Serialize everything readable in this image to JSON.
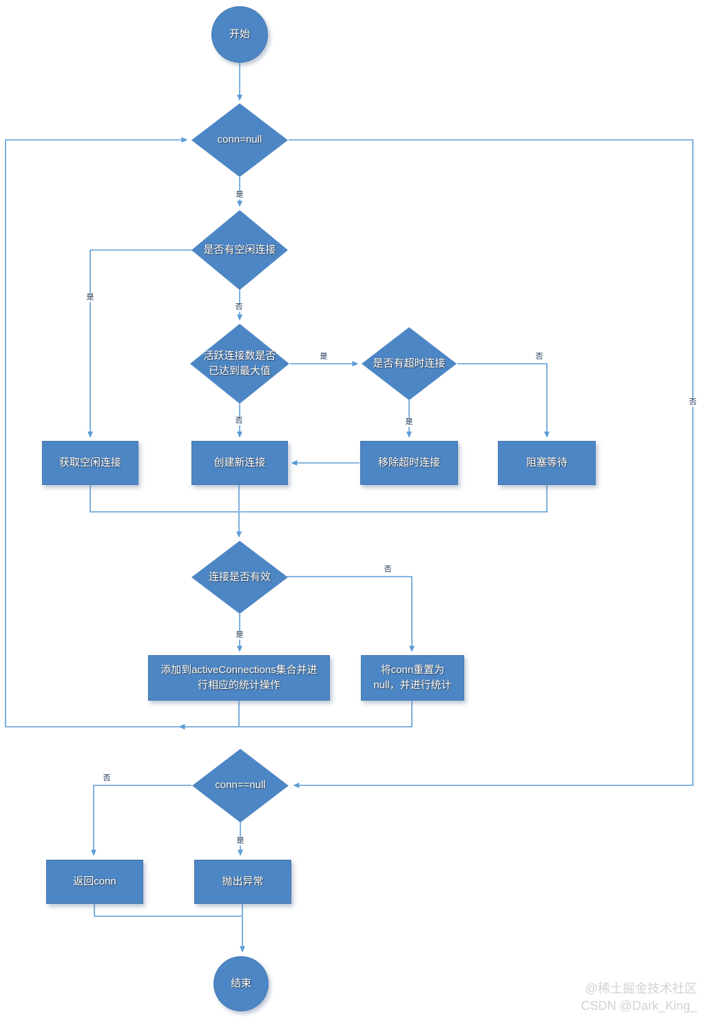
{
  "nodes": {
    "start": {
      "label": "开始"
    },
    "conn_null": {
      "label": "conn=null"
    },
    "idle_check": {
      "label": "是否有空闲连接"
    },
    "max_check": {
      "label": "活跃连接数是否\n已达到最大值"
    },
    "timeout_check": {
      "label": "是否有超时连接"
    },
    "get_idle": {
      "label": "获取空闲连接"
    },
    "create_new": {
      "label": "创建新连接"
    },
    "remove_timeout": {
      "label": "移除超时连接"
    },
    "block_wait": {
      "label": "阻塞等待"
    },
    "valid_check": {
      "label": "连接是否有效"
    },
    "add_active": {
      "label": "添加到activeConnections集合并进\n行相应的统计操作"
    },
    "reset_conn": {
      "label": "将conn重置为\nnull，并进行统计"
    },
    "conn_eq_null": {
      "label": "conn==null"
    },
    "return_conn": {
      "label": "返回conn"
    },
    "throw_ex": {
      "label": "抛出异常"
    },
    "end": {
      "label": "结束"
    }
  },
  "edge_labels": {
    "conn_null_yes": "是",
    "conn_null_no": "否",
    "idle_yes": "是",
    "idle_no": "否",
    "max_yes": "是",
    "max_no": "否",
    "timeout_yes": "是",
    "timeout_no": "否",
    "valid_yes": "是",
    "valid_no": "否",
    "eq_null_yes": "是",
    "eq_null_no": "否"
  },
  "watermark": {
    "line1": "@稀土掘金技术社区",
    "line2": "CSDN @Dark_King_"
  },
  "colors": {
    "shape_fill": "#4d86c4",
    "line": "#5b9bd5",
    "edge_label_text": "#152c4e",
    "watermark_text": "#d2d2d2"
  }
}
